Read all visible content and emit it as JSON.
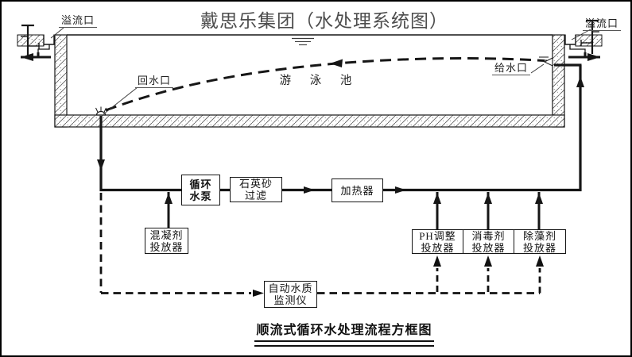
{
  "title": "戴思乐集团（水处理系统图）",
  "caption": "顺流式循环水处理流程方框图",
  "pool": {
    "overflow_left_label": "溢流口",
    "overflow_right_label": "溢流口",
    "return_port_label": "回水口",
    "supply_port_label": "给水口",
    "pool_label": "游 泳 池"
  },
  "process_boxes": {
    "pump": "循环\n水泵",
    "filter": "石英砂\n过滤",
    "heater": "加热器",
    "coagulant_doser": "混凝剂\n投放器",
    "ph_doser": "PH调整\n投放器",
    "disinfectant_doser": "消毒剂\n投放器",
    "algaecide_doser": "除藻剂\n投放器",
    "monitor": "自动水质\n监测仪"
  },
  "colors": {
    "line": "#161616",
    "title_text": "#4d4d4d",
    "background": "#ffffff"
  }
}
